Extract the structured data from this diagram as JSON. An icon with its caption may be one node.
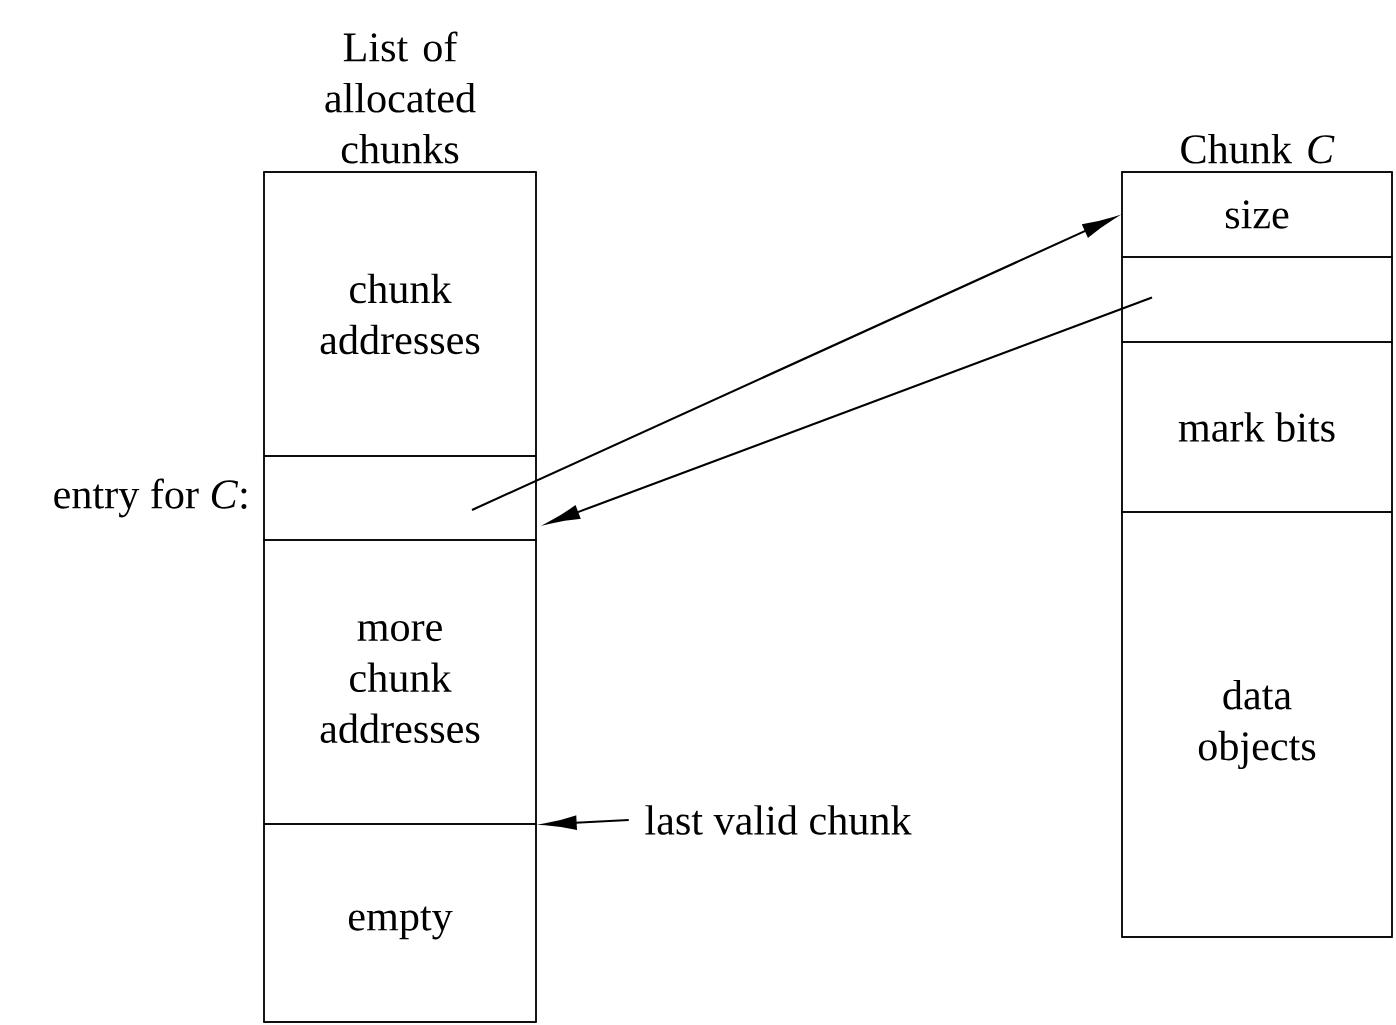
{
  "diagram": {
    "nodes": [
      {
        "text": [
          "List of allocated chunks"
        ]
      },
      {
        "text": [
          "chunk addresses"
        ],
        "in": 0
      },
      {
        "text": [],
        "shape": "box",
        "in": 0,
        "beside": [
          "entry for *C*:"
        ]
      },
      {
        "text": [
          "more chunk addresses"
        ],
        "in": 0
      },
      {
        "text": [
          "empty"
        ],
        "in": 0
      },
      {
        "text": [
          "Chunk *C*"
        ]
      },
      {
        "text": [
          "size"
        ],
        "in": 5
      },
      {
        "text": [],
        "shape": "box",
        "in": 5
      },
      {
        "text": [
          "mark bits"
        ],
        "in": 5
      },
      {
        "text": [
          "data objects"
        ],
        "in": 5
      },
      {
        "text": [
          "last valid chunk"
        ]
      }
    ],
    "edges": [
      {
        "from": 2,
        "to": 6,
        "arrow": "to"
      },
      {
        "from": 7,
        "to": 2,
        "arrow": "to"
      },
      {
        "from": 10,
        "to": 0,
        "arrow": "to"
      }
    ]
  }
}
